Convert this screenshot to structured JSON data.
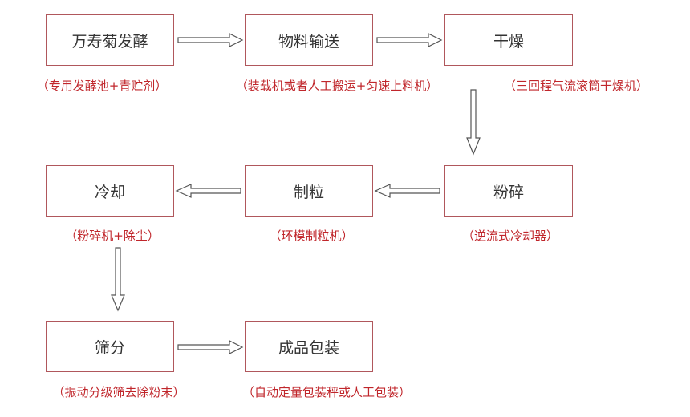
{
  "colors": {
    "node_border": "#b0575c",
    "node_text": "#333333",
    "caption_text": "#c0262b",
    "arrow_stroke": "#555555"
  },
  "nodes": [
    {
      "id": "fermentation",
      "label": "万寿菊发酵",
      "note": "（专用发酵池+青贮剂）"
    },
    {
      "id": "conveying",
      "label": "物料输送",
      "note": "（装载机或者人工搬运+匀速上料机）"
    },
    {
      "id": "drying",
      "label": "干燥",
      "note": "（三回程气流滚筒干燥机）"
    },
    {
      "id": "crushing",
      "label": "粉碎",
      "note": "（逆流式冷却器）"
    },
    {
      "id": "pelletizing",
      "label": "制粒",
      "note": "（环模制粒机）"
    },
    {
      "id": "cooling",
      "label": "冷却",
      "note": "（粉碎机+除尘）"
    },
    {
      "id": "screening",
      "label": "筛分",
      "note": "（振动分级筛去除粉末）"
    },
    {
      "id": "packaging",
      "label": "成品包装",
      "note": "（自动定量包装秤或人工包装）"
    }
  ],
  "edges": [
    [
      "fermentation",
      "conveying"
    ],
    [
      "conveying",
      "drying"
    ],
    [
      "drying",
      "crushing"
    ],
    [
      "crushing",
      "pelletizing"
    ],
    [
      "pelletizing",
      "cooling"
    ],
    [
      "cooling",
      "screening"
    ],
    [
      "screening",
      "packaging"
    ]
  ]
}
